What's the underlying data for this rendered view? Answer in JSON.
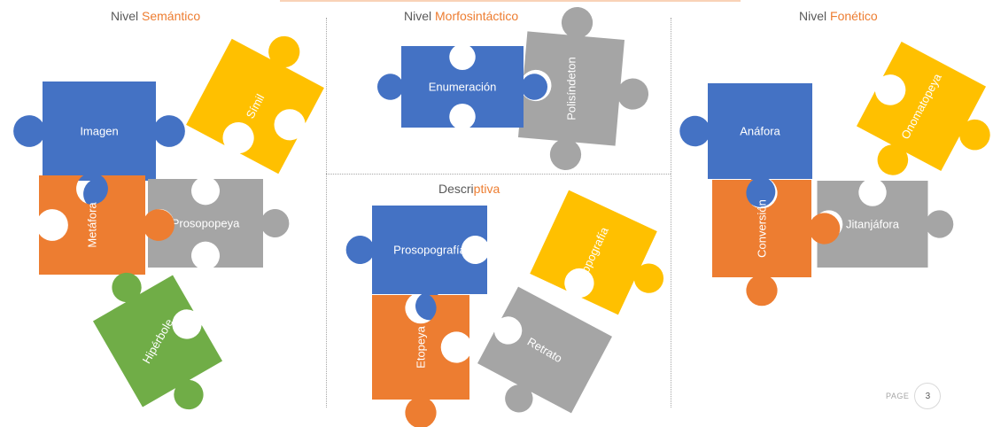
{
  "headings": {
    "semantico": {
      "prefix": "Nivel ",
      "accent": "Semántico"
    },
    "morfosintactico": {
      "prefix": "Nivel ",
      "accent": "Morfosintáctico"
    },
    "fonetico": {
      "prefix": "Nivel ",
      "accent": "Fonético"
    },
    "descriptiva": {
      "prefix": "Descri",
      "accent": "ptiva"
    }
  },
  "pieces": {
    "imagen": "Imagen",
    "simil": "Símil",
    "metafora": "Metáfora",
    "prosopopeya": "Prosopopeya",
    "hiperbole": "Hipérbole",
    "enumeracion": "Enumeración",
    "polisindeton": "Polisíndeton",
    "prosopografia": "Prosopografía",
    "topografia": "Topografía",
    "etopeya": "Etopeya",
    "retrato": "Retrato",
    "anafora": "Anáfora",
    "onomatopeya": "Onomatopeya",
    "conversion": "Conversión",
    "jitanjafora": "Jitanjáfora"
  },
  "colors": {
    "blue": "#4472c4",
    "orange": "#ed7d31",
    "gray": "#a5a5a5",
    "yellow": "#ffc000",
    "green": "#70ad47",
    "accent": "#ed7d31"
  },
  "page": {
    "label": "PAGE",
    "number": "3"
  }
}
